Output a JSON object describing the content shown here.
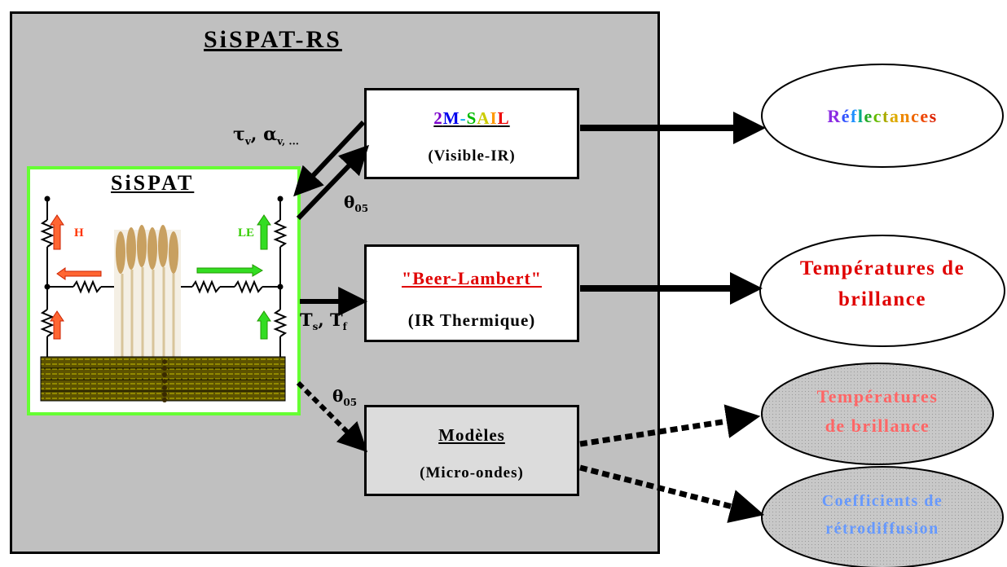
{
  "main_title": "SiSPAT-RS",
  "sispat_title": "SiSPAT",
  "labels": {
    "tau_alpha": "τv, αv, ...",
    "theta_top": "θ05",
    "ts_tf": "Ts, Tf",
    "theta_bottom": "θ05",
    "h": "H",
    "le": "LE"
  },
  "boxes": {
    "sail": {
      "title": "2M-SAIL",
      "subtitle": "(Visible-IR)"
    },
    "beer": {
      "title": "\"Beer-Lambert\"",
      "subtitle": "(IR Thermique)"
    },
    "micro": {
      "title": "Modèles",
      "subtitle": "(Micro-ondes)"
    }
  },
  "outputs": {
    "reflectances": "Réflectances",
    "temp_line1": "Températures de",
    "temp_line2": "brillance",
    "mw_temp_line1": "Températures",
    "mw_temp_line2": "de brillance",
    "coef_line1": "Coefficients de",
    "coef_line2": "rétrodiffusion"
  },
  "colors": {
    "panel": "#c0c0c0",
    "sispat_border": "#66ff33",
    "beer_title": "#e00000",
    "temp_red": "#e00000",
    "mw_temp": "#ff6666",
    "coef": "#6699ff",
    "flux_h": "#ff3300",
    "flux_le": "#33cc00",
    "soil": "#5c5200"
  },
  "icons": [
    "resistor-icon",
    "wheat-canopy-icon",
    "soil-layers-icon",
    "flux-arrow-icon"
  ]
}
